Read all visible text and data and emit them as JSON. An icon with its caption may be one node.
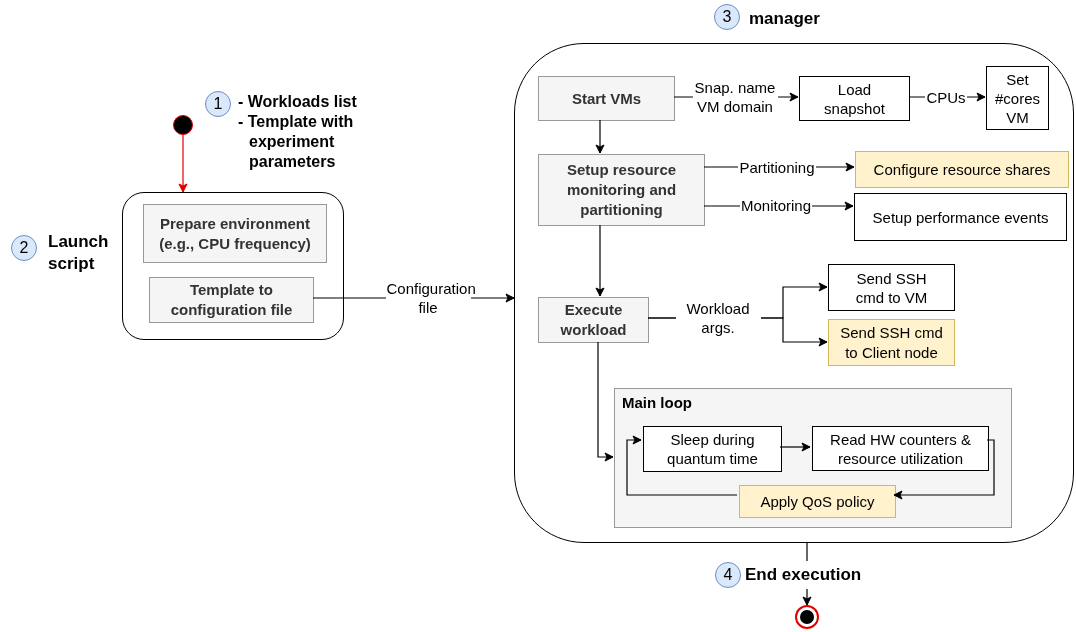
{
  "diagram": {
    "nodes": [
      {
        "text": [],
        "shape": "circle"
      },
      {
        "text": [
          "1"
        ]
      },
      {
        "text": [
          "2"
        ]
      },
      {
        "text": [
          "Launch script"
        ]
      },
      {
        "text": [
          "Prepare environment (e.g., CPU frequency)"
        ],
        "in": 3
      },
      {
        "text": [
          "Template to configuration file"
        ],
        "in": 3
      },
      {
        "text": [
          "3"
        ]
      },
      {
        "text": [
          "manager"
        ]
      },
      {
        "text": [
          "Start VMs"
        ],
        "in": 7
      },
      {
        "text": [
          "Load snapshot"
        ],
        "in": 7
      },
      {
        "text": [
          "Set #cores VM"
        ],
        "in": 7
      },
      {
        "text": [
          "Setup resource monitoring and partitioning"
        ],
        "in": 7
      },
      {
        "text": [
          "Configure resource shares"
        ],
        "in": 7
      },
      {
        "text": [
          "Setup performance events"
        ],
        "in": 7
      },
      {
        "text": [
          "Execute workload"
        ],
        "in": 7
      },
      {
        "text": [
          "Send SSH cmd to VM"
        ],
        "in": 7
      },
      {
        "text": [
          "Send SSH cmd to Client node"
        ],
        "in": 7
      },
      {
        "text": [
          "Main loop"
        ],
        "in": 7
      },
      {
        "text": [
          "Sleep during quantum time"
        ],
        "in": 17
      },
      {
        "text": [
          "Read HW counters & resource utilization"
        ],
        "in": 17
      },
      {
        "text": [
          "Apply QoS policy"
        ],
        "in": 17
      },
      {
        "text": [
          "4"
        ]
      },
      {
        "text": [
          "End execution"
        ]
      },
      {
        "text": [],
        "shape": "circle"
      }
    ],
    "edges": [
      {
        "from": 0,
        "to": 3,
        "arrow": "to",
        "color": "#e00000"
      },
      {
        "from": 5,
        "to": 7,
        "arrow": "to",
        "label": "Configuration file"
      },
      {
        "from": 8,
        "to": 9,
        "arrow": "to",
        "label": "Snap. name VM domain"
      },
      {
        "from": 9,
        "to": 10,
        "arrow": "to",
        "label": "CPUs"
      },
      {
        "from": 8,
        "to": 11,
        "arrow": "to"
      },
      {
        "from": 11,
        "to": 12,
        "arrow": "to",
        "label": "Partitioning"
      },
      {
        "from": 11,
        "to": 13,
        "arrow": "to",
        "label": "Monitoring"
      },
      {
        "from": 11,
        "to": 14,
        "arrow": "to"
      },
      {
        "from": 14,
        "to": 15,
        "arrow": "to",
        "label": "Workload args."
      },
      {
        "from": 14,
        "to": 16,
        "arrow": "to"
      },
      {
        "from": 14,
        "to": 17,
        "arrow": "to"
      },
      {
        "from": 18,
        "to": 19,
        "arrow": "to"
      },
      {
        "from": 19,
        "to": 20,
        "arrow": "to"
      },
      {
        "from": 20,
        "to": 18,
        "arrow": "to"
      },
      {
        "from": 7,
        "to": 22,
        "arrow": "none"
      },
      {
        "from": 22,
        "to": 23,
        "arrow": "to"
      }
    ],
    "labels": [
      "- Workloads list",
      "- Template with experiment parameters"
    ]
  }
}
